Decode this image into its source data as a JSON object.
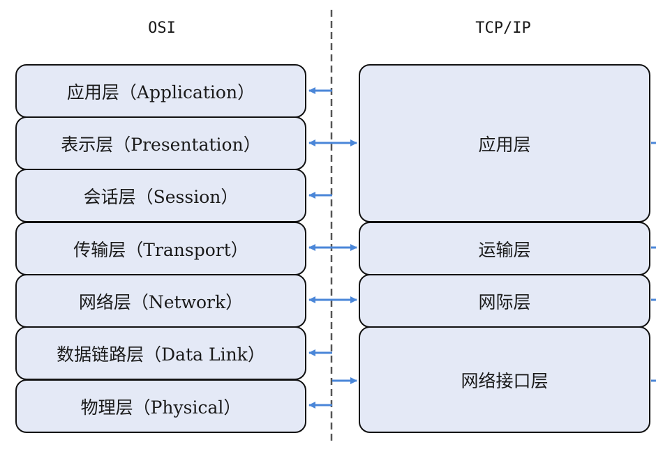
{
  "titles": {
    "osi": "OSI",
    "tcpip": "TCP/IP"
  },
  "osi_layers": [
    "应用层（Application）",
    "表示层（Presentation）",
    "会话层（Session）",
    "传输层（Transport）",
    "网络层（Network）",
    "数据链路层（Data Link）",
    "物理层（Physical）"
  ],
  "tcpip_layers": [
    "应用层",
    "运输层",
    "网际层",
    "网络接口层"
  ],
  "colors": {
    "box_fill": "#e4e9f6",
    "border": "#111111",
    "arrow": "#4a86d8",
    "divider": "#555555"
  }
}
